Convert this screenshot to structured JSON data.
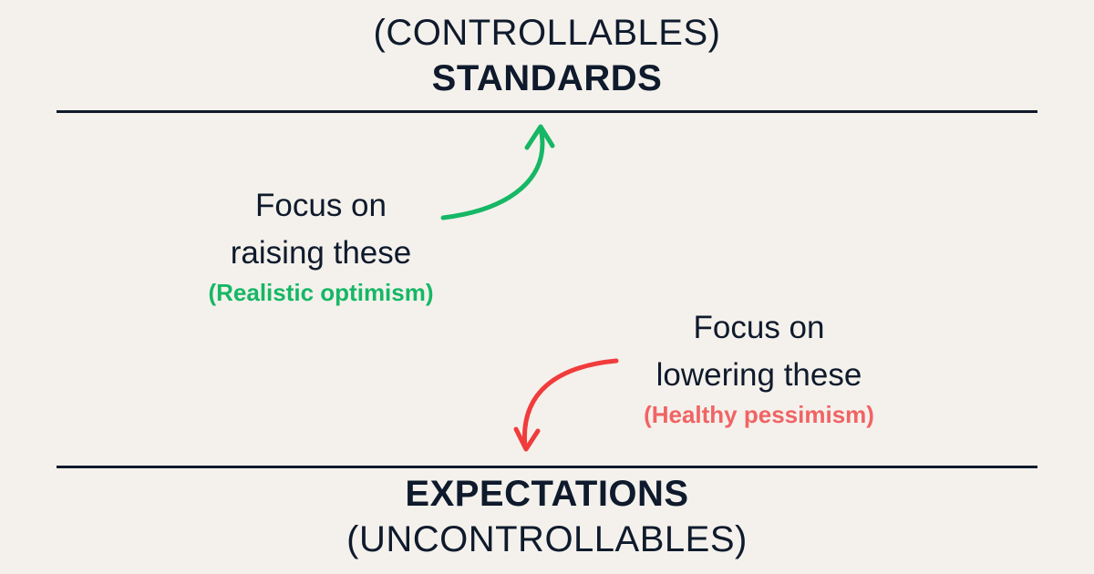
{
  "top": {
    "subtitle": "(CONTROLLABLES)",
    "title": "STANDARDS"
  },
  "bottom": {
    "title": "EXPECTATIONS",
    "subtitle": "(UNCONTROLLABLES)"
  },
  "left_callout": {
    "line1": "Focus on",
    "line2": "raising these",
    "note": "(Realistic optimism)",
    "note_color": "#16b765"
  },
  "right_callout": {
    "line1": "Focus on",
    "line2": "lowering these",
    "note": "(Healthy pessimism)",
    "note_color": "#f06464"
  },
  "colors": {
    "background": "#f4f1ec",
    "text": "#0f1a2c",
    "up_arrow": "#16b765",
    "down_arrow": "#f03c3c"
  }
}
